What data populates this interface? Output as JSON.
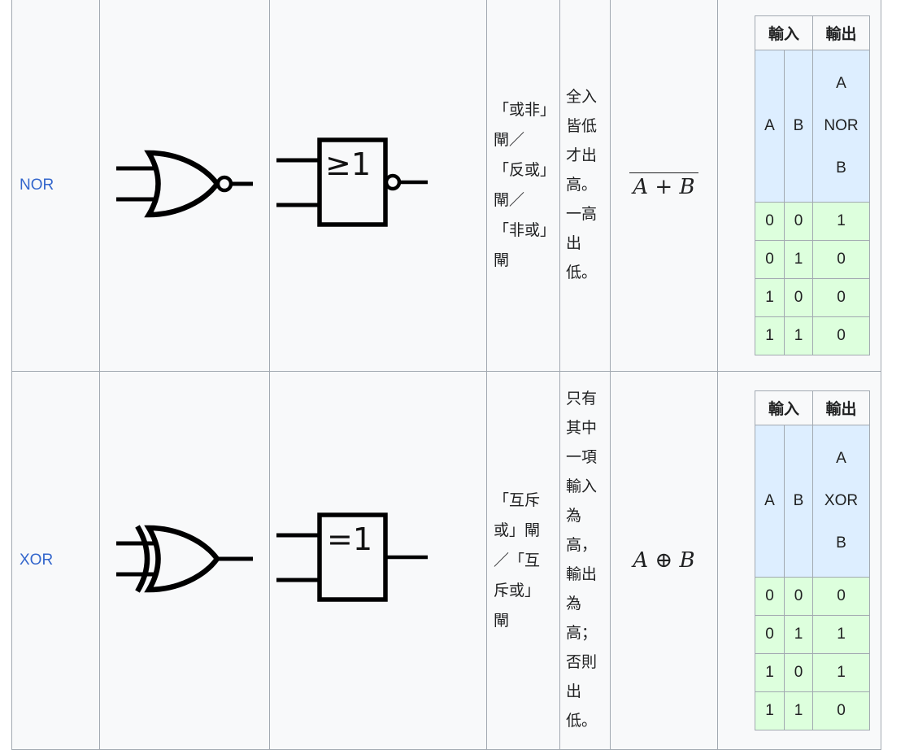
{
  "colors": {
    "page_bg": "#ffffff",
    "cell_bg": "#f8f9fa",
    "border": "#a2a9b1",
    "link_blue": "#3366cc",
    "text": "#202122",
    "truth_input_bg": "#ddeeff",
    "truth_value_bg": "#ddffdd",
    "gate_stroke": "#000000"
  },
  "rows": [
    {
      "name": "NOR",
      "ansi_symbol": "nor-gate-distinctive-shape",
      "iec_label": "≥1",
      "aliases": "「或非」閘／「反或」閘／「非或」閘",
      "behavior": "全入皆低才出高。一高出低。",
      "formula": "A + B",
      "formula_overline": "true",
      "truth_table": {
        "input_header": "輸入",
        "output_header": "輸出",
        "a_label": "A",
        "b_label": "B",
        "out_lines": [
          "A",
          "NOR",
          "B"
        ],
        "rows": [
          [
            "0",
            "0",
            "1"
          ],
          [
            "0",
            "1",
            "0"
          ],
          [
            "1",
            "0",
            "0"
          ],
          [
            "1",
            "1",
            "0"
          ]
        ]
      }
    },
    {
      "name": "XOR",
      "ansi_symbol": "xor-gate-distinctive-shape",
      "iec_label": "=1",
      "aliases": "「互斥或」閘／「互斥或」閘",
      "behavior": "只有其中一項輸入為高，輸出為高；否則出低。",
      "formula": "A ⊕ B",
      "formula_overline": "false",
      "truth_table": {
        "input_header": "輸入",
        "output_header": "輸出",
        "a_label": "A",
        "b_label": "B",
        "out_lines": [
          "A",
          "XOR",
          "B"
        ],
        "rows": [
          [
            "0",
            "0",
            "0"
          ],
          [
            "0",
            "1",
            "1"
          ],
          [
            "1",
            "0",
            "1"
          ],
          [
            "1",
            "1",
            "0"
          ]
        ]
      }
    }
  ]
}
